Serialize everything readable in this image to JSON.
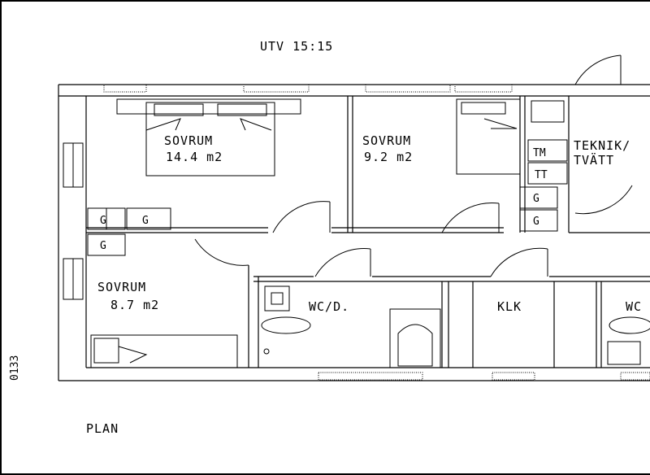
{
  "header": {
    "title": "UTV 15:15"
  },
  "footer": {
    "plan_label": "PLAN"
  },
  "side_text": "0133",
  "rooms": [
    {
      "id": "sovrum1",
      "name": "SOVRUM",
      "area": "14.4 m2"
    },
    {
      "id": "sovrum2",
      "name": "SOVRUM",
      "area": "9.2 m2"
    },
    {
      "id": "sovrum3",
      "name": "SOVRUM",
      "area": "8.7 m2"
    },
    {
      "id": "wc",
      "name": "WC/D."
    },
    {
      "id": "klk",
      "name": "KLK"
    },
    {
      "id": "teknik",
      "name": "TEKNIK/",
      "sub": "TVÄTT"
    },
    {
      "id": "wc2",
      "name": "WC"
    }
  ],
  "fixtures": {
    "tm": "TM",
    "tt": "TT",
    "g": "G"
  }
}
